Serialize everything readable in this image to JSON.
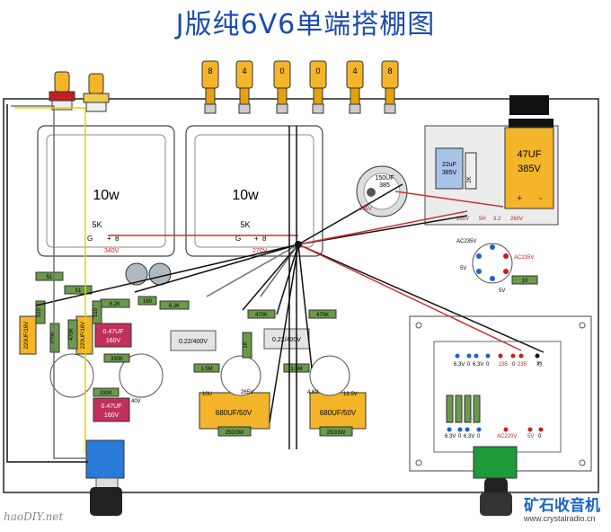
{
  "title": "J版纯6V6单端搭棚图",
  "output_terminals": [
    "8",
    "4",
    "0",
    "0",
    "4",
    "8"
  ],
  "transformers": [
    {
      "label": "10w",
      "primary": "5K",
      "taps": [
        "G",
        "+",
        "8"
      ],
      "voltage": "340V"
    },
    {
      "label": "10w",
      "primary": "5K",
      "taps": [
        "G",
        "+",
        "8"
      ],
      "voltage": "270V"
    }
  ],
  "capacitors": {
    "big_can": {
      "value": "47UF",
      "voltage": "385V"
    },
    "small_can": {
      "value": "22uF",
      "voltage": "385V"
    },
    "round_can": {
      "value": "150UF",
      "voltage": "385"
    },
    "coupling_left": {
      "value": "0.22/400V"
    },
    "coupling_right": {
      "value": "0.22/400V"
    },
    "cathode_left": {
      "value": "680UF/50V",
      "tag": "10U"
    },
    "cathode_right": {
      "value": "680UF/50V",
      "tag": "12.5V"
    },
    "input_left": {
      "value": "220UF/16V"
    },
    "input_right": {
      "value": "220UF/16V"
    },
    "red_cap_top": {
      "value": "0.47UF",
      "voltage": "160V"
    },
    "red_cap_bottom": {
      "value": "0.47UF",
      "voltage": "160V"
    }
  },
  "resistors": {
    "r51a": "51",
    "r51b": "51",
    "r470ka": "470K",
    "r470kb": "470K",
    "r62ka": "6.2K",
    "r62kb": "6.2K",
    "r160": "160",
    "r330ka": "330K",
    "r330kb": "330K",
    "r510a": "510",
    "r510b": "510",
    "r470kc": "470K",
    "r470kd": "470K",
    "r1k": "1K",
    "r15m": "1.5M",
    "r15mb": "1.5M",
    "r250a": "250/3W",
    "r250b": "250/3W",
    "r10": "10",
    "r2k": "2K"
  },
  "supply_labels": {
    "v285": "285V",
    "v5h": "5H",
    "v3": "3.2",
    "v260": "260V",
    "ac235": "AC235V",
    "ac235b": "AC235V",
    "v5a": "5V",
    "v5b": "5V",
    "v265": "265V",
    "v4": "4.6V",
    "v40": "40V",
    "v385": "385V"
  },
  "power_panel": {
    "top_labels": [
      "6.3V",
      "0",
      "6.3V",
      "0",
      "235",
      "0",
      "235",
      "地"
    ],
    "bottom_labels": [
      "6.3V",
      "0",
      "6.3V",
      "0",
      "AC220V",
      "5V",
      "0"
    ]
  },
  "watermark_left": "haoDIY.net",
  "brand": "矿石收音机",
  "brand_url": "www.crystalradio.cn",
  "colors": {
    "title": "#1a4bb0",
    "chassis": "#222222",
    "resistor": "#6a9a4a",
    "yellow_cap": "#f4b52a",
    "wire_red": "#d03030",
    "wire_black": "#111111",
    "wire_grey": "#707070",
    "wire_yellow": "#e8d000",
    "brand": "#1a62c8"
  }
}
